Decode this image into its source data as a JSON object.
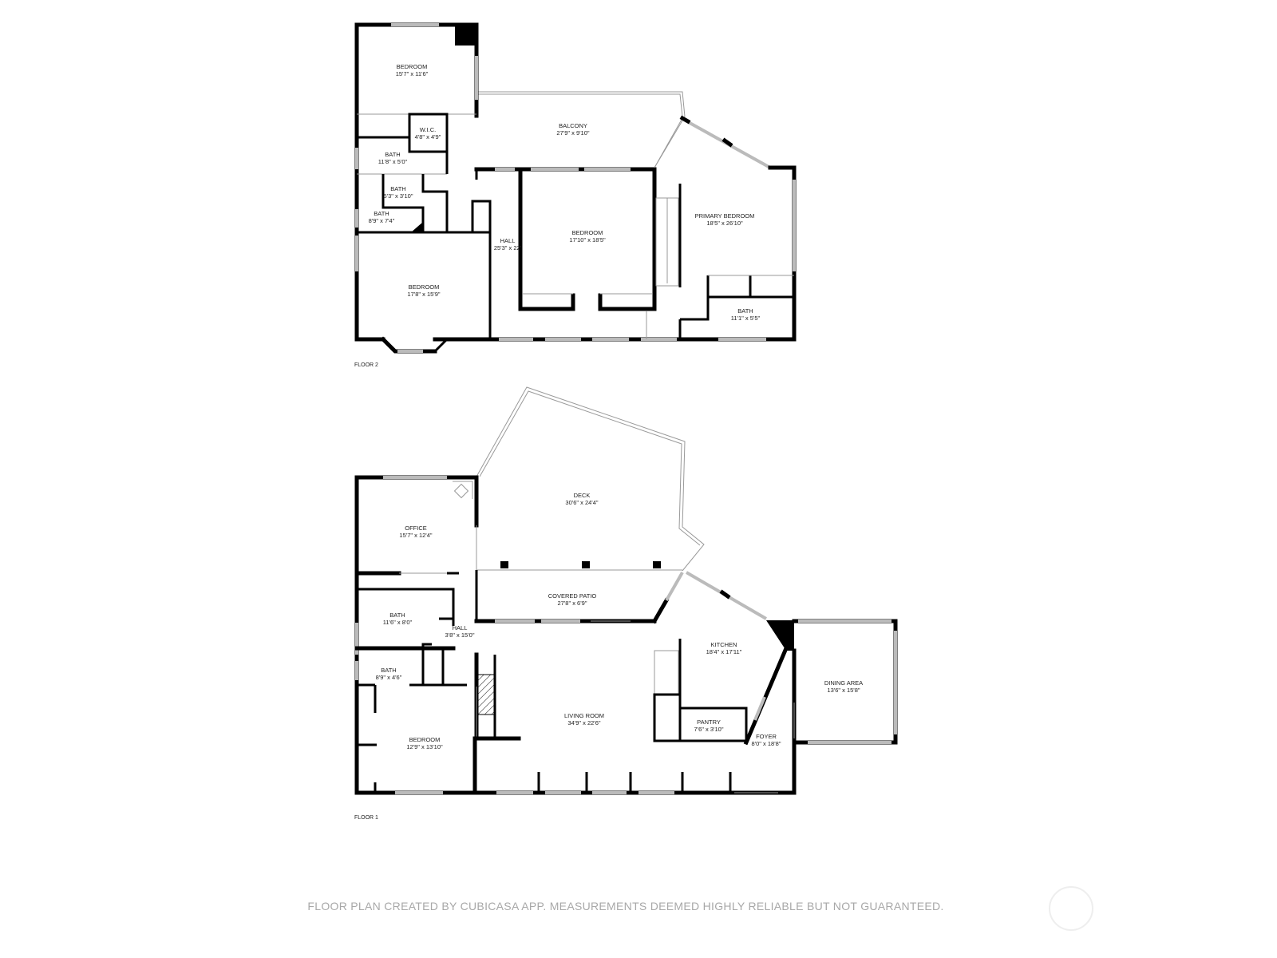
{
  "floor2": {
    "label": "FLOOR 2",
    "rooms": [
      {
        "name": "BEDROOM",
        "dims": "15'7\" x 11'6\""
      },
      {
        "name": "W.I.C.",
        "dims": "4'8\" x 4'9\""
      },
      {
        "name": "BATH",
        "dims": "11'8\" x 5'0\""
      },
      {
        "name": "BATH",
        "dims": "5'3\" x 3'10\""
      },
      {
        "name": "BATH",
        "dims": "8'9\" x 7'4\""
      },
      {
        "name": "BEDROOM",
        "dims": "17'8\" x 15'9\""
      },
      {
        "name": "BALCONY",
        "dims": "27'9\" x 9'10\""
      },
      {
        "name": "HALL",
        "dims": "25'3\" x 22'"
      },
      {
        "name": "BEDROOM",
        "dims": "17'10\" x 18'5\""
      },
      {
        "name": "PRIMARY BEDROOM",
        "dims": "18'5\" x 26'10\""
      },
      {
        "name": "BATH",
        "dims": "11'1\" x 5'5\""
      }
    ]
  },
  "floor1": {
    "label": "FLOOR 1",
    "rooms": [
      {
        "name": "DECK",
        "dims": "30'6\" x 24'4\""
      },
      {
        "name": "OFFICE",
        "dims": "15'7\" x 12'4\""
      },
      {
        "name": "COVERED PATIO",
        "dims": "27'8\" x 6'9\""
      },
      {
        "name": "BATH",
        "dims": "11'6\" x 8'0\""
      },
      {
        "name": "HALL",
        "dims": "3'8\" x 15'0\""
      },
      {
        "name": "BATH",
        "dims": "8'9\" x 4'6\""
      },
      {
        "name": "BEDROOM",
        "dims": "12'9\" x 13'10\""
      },
      {
        "name": "LIVING ROOM",
        "dims": "34'9\" x 22'6\""
      },
      {
        "name": "KITCHEN",
        "dims": "18'4\" x 17'11\""
      },
      {
        "name": "PANTRY",
        "dims": "7'6\" x 3'10\""
      },
      {
        "name": "FOYER",
        "dims": "8'0\" x 18'8\""
      },
      {
        "name": "DINING AREA",
        "dims": "13'6\" x 15'8\""
      }
    ]
  },
  "footer": "FLOOR PLAN CREATED BY CUBICASA APP. MEASUREMENTS DEEMED HIGHLY RELIABLE BUT NOT GUARANTEED.",
  "logo_icon": "cubicasa-logo-circle"
}
